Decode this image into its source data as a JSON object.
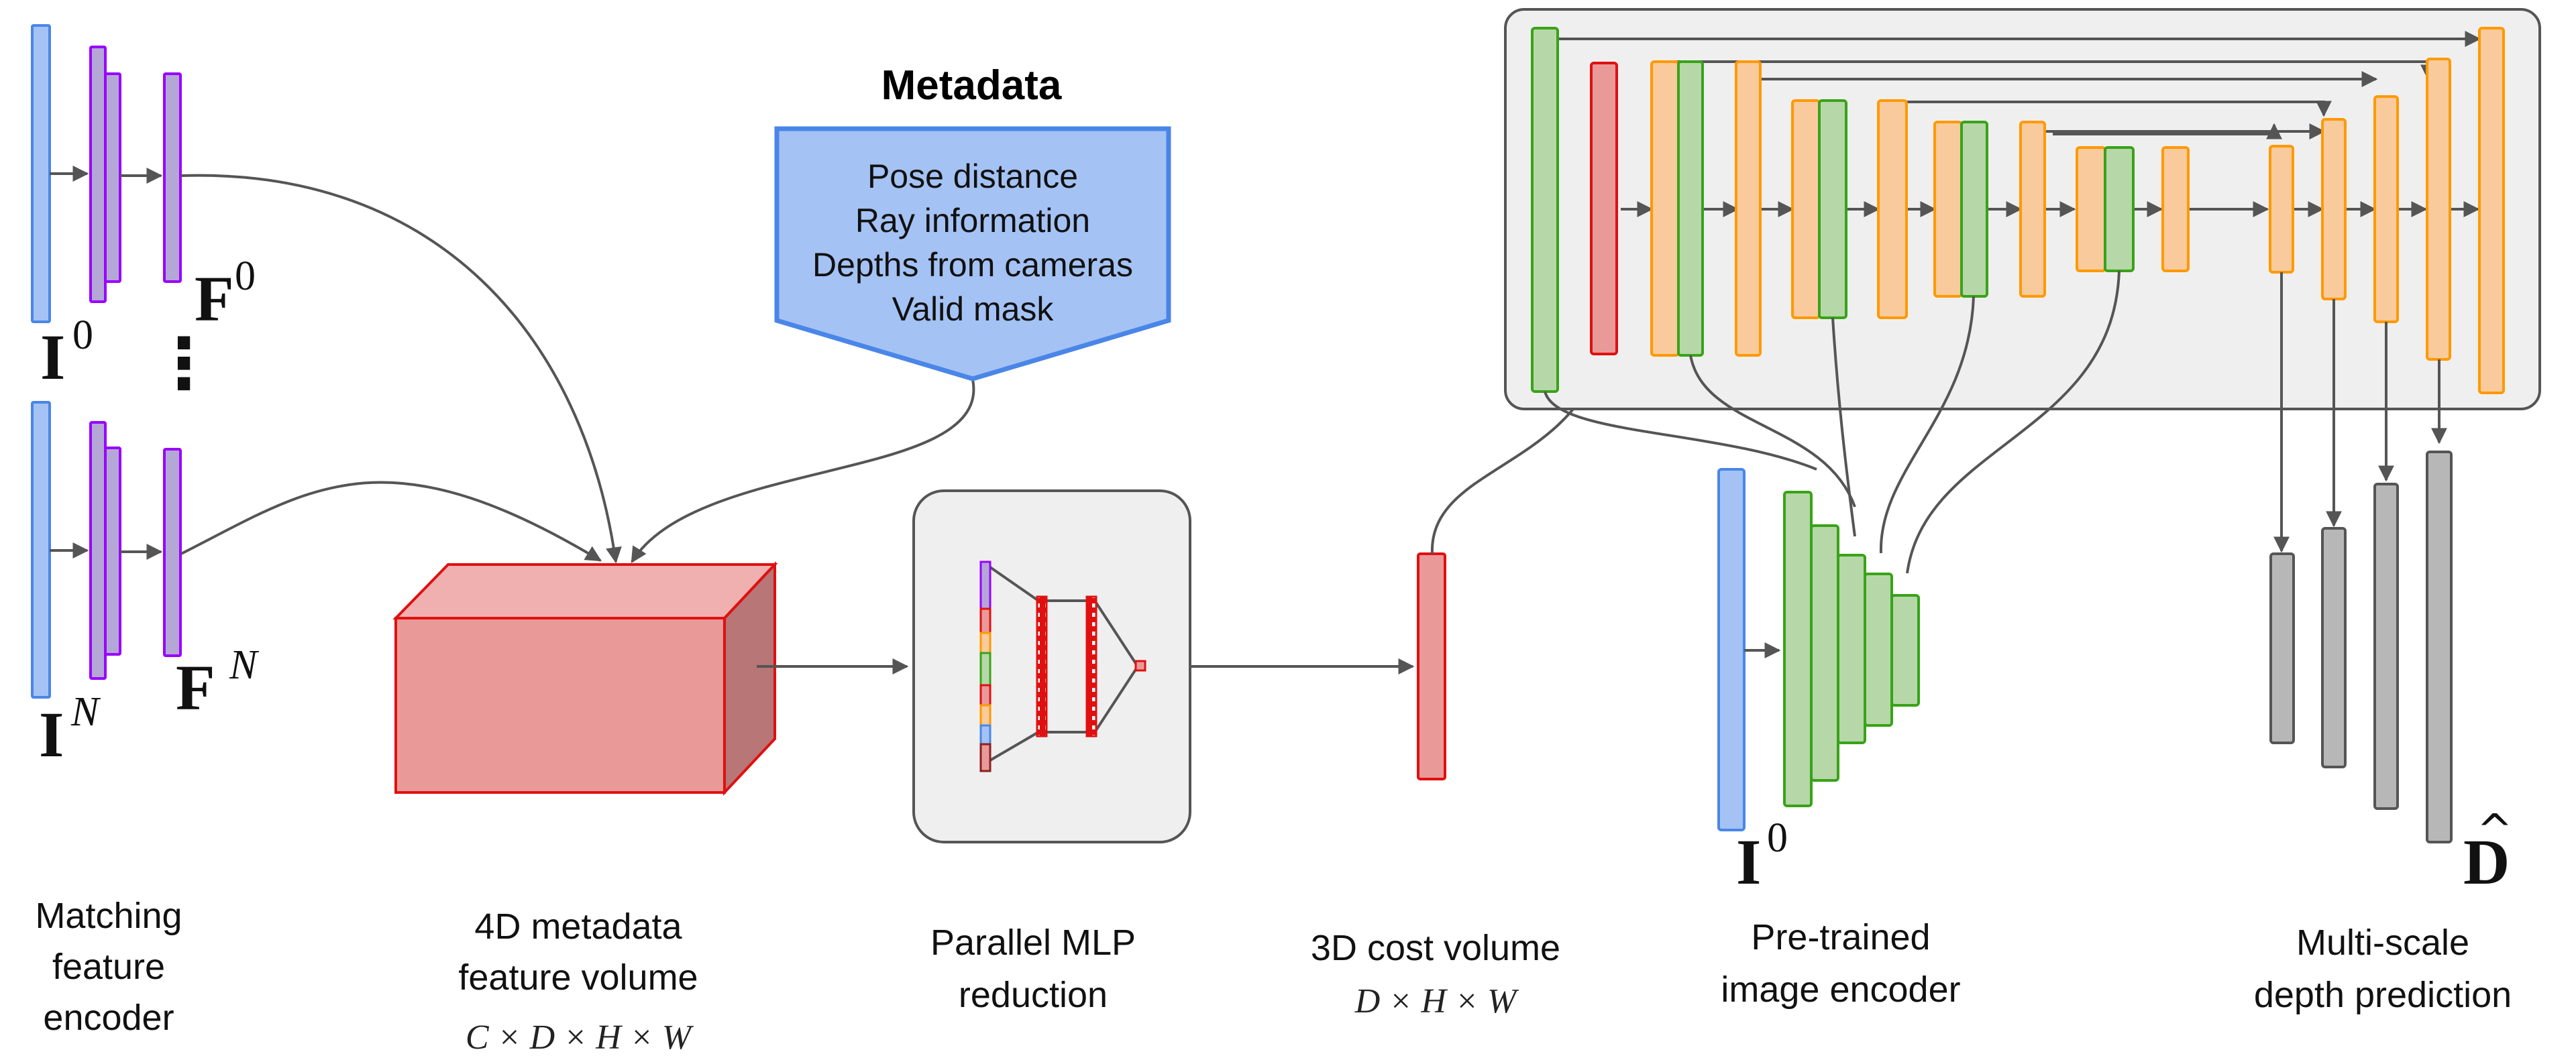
{
  "symbols": {
    "image_0": "I",
    "image_0_sup": "0",
    "image_n": "I",
    "image_n_sup": "N",
    "feat_0": "F",
    "feat_0_sup": "0",
    "feat_n": "F",
    "feat_n_sup": "N",
    "dots": "⋮",
    "image_encoder_input": "I",
    "image_encoder_input_sup": "0",
    "depth_output": "D",
    "depth_hat": "^"
  },
  "metadata": {
    "title": "Metadata",
    "items": [
      "Pose distance",
      "Ray information",
      "Depths from cameras",
      "Valid mask"
    ]
  },
  "captions": {
    "matching_encoder": [
      "Matching",
      "feature",
      "encoder"
    ],
    "metadata_volume": [
      "4D metadata",
      "feature volume"
    ],
    "metadata_volume_dims": "C × D × H × W",
    "mlp": [
      "Parallel MLP",
      "reduction"
    ],
    "cost_volume": [
      "3D cost volume"
    ],
    "cost_volume_dims": "D × H × W",
    "image_encoder": [
      "Pre-trained",
      "image encoder"
    ],
    "depth_prediction": [
      "Multi-scale",
      "depth prediction"
    ]
  },
  "colors": {
    "blue_fill": "#a4c2f4",
    "blue_stroke": "#4a86e8",
    "purple_fill": "#b4a7d6",
    "purple_stroke": "#9900ff",
    "red_fill": "#ea9999",
    "red_stroke": "#e01010",
    "green_fill": "#b6d7a8",
    "green_stroke": "#38a318",
    "orange_fill": "#f9cb9c",
    "orange_stroke": "#ff9900",
    "gray_fill": "#b7b7b7",
    "gray_stroke": "#555555",
    "panel_fill": "#efefef",
    "panel_stroke": "#555555",
    "arrow": "#555555"
  }
}
